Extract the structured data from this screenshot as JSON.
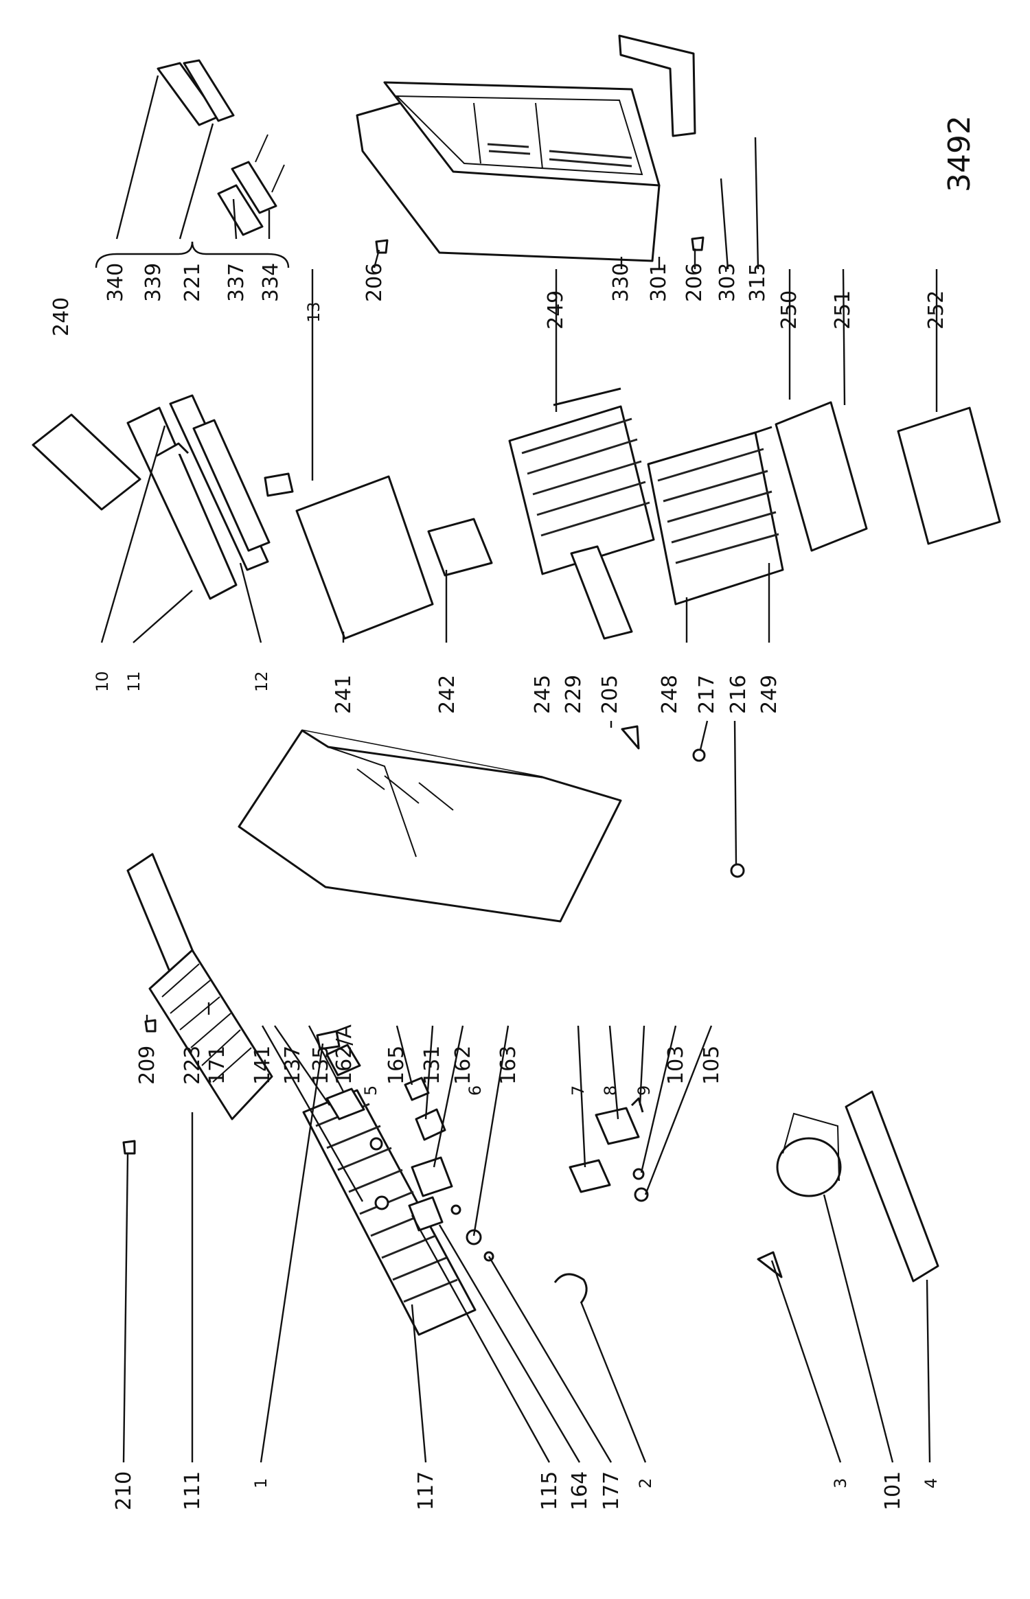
{
  "drawing_number": "3492",
  "labels": {
    "l240": "240",
    "l340": "340",
    "l339": "339",
    "l221": "221",
    "l337": "337",
    "l334": "334",
    "l13": "13",
    "l206a": "206",
    "l249a": "249",
    "l330": "330",
    "l301": "301",
    "l206b": "206",
    "l303": "303",
    "l315": "315",
    "l250": "250",
    "l251": "251",
    "l252": "252",
    "l10": "10",
    "l11": "11",
    "l12": "12",
    "l241": "241",
    "l242": "242",
    "l245": "245",
    "l229": "229",
    "l205": "205",
    "l248": "248",
    "l217": "217",
    "l216": "216",
    "l249b": "249",
    "l209": "209",
    "l223": "223",
    "l171": "171",
    "l141": "141",
    "l137": "137",
    "l135": "135",
    "l162A": "162/A",
    "l165": "165",
    "l131": "131",
    "l162": "162",
    "l6": "6",
    "l163": "163",
    "l7": "7",
    "l8": "8",
    "l9": "9",
    "l103": "103",
    "l105": "105",
    "l5": "5",
    "l210": "210",
    "l111": "111",
    "l1": "1",
    "l117": "117",
    "l115": "115",
    "l164": "164",
    "l177": "177",
    "l2": "2",
    "l3": "3",
    "l101": "101",
    "l4": "4"
  }
}
